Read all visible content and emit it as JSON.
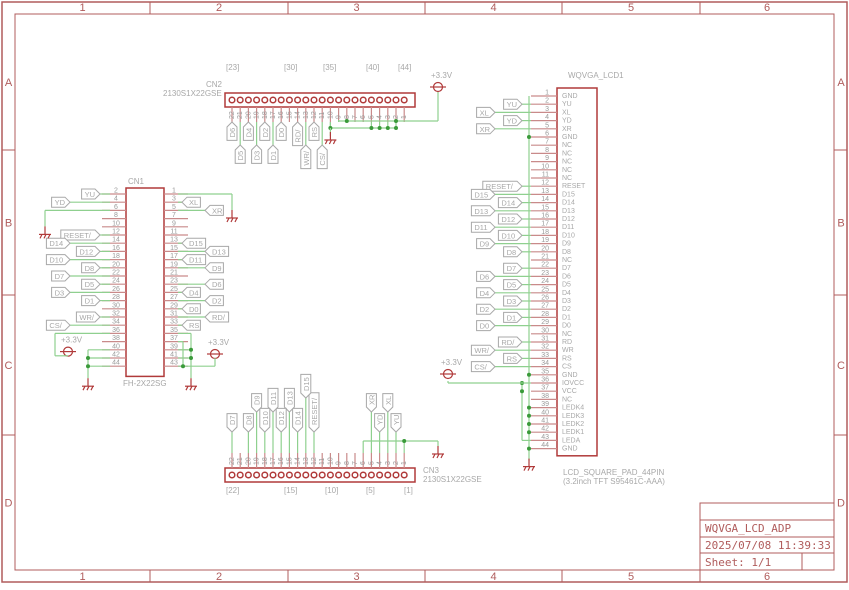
{
  "frame": {
    "columns": [
      "1",
      "2",
      "3",
      "4",
      "5",
      "6"
    ],
    "rows": [
      "A",
      "B",
      "C",
      "D"
    ]
  },
  "title_block": {
    "title": "WQVGA_LCD_ADP",
    "datetime": "2025/07/08 11:39:33",
    "sheet": "Sheet: 1/1"
  },
  "colors": {
    "frame": "#b05c5c",
    "part_body": "#b03a3a",
    "wire": "#8fd08f",
    "junction": "#3a9a3a",
    "text": "#a8a8a8"
  },
  "lcd": {
    "name": "WQVGA_LCD1",
    "value": "LCD_SQUARE_PAD_44PIN",
    "description": "(3.2inch TFT S95461C-AAA)",
    "pins": [
      "GND",
      "YU",
      "XL",
      "YD",
      "XR",
      "GND",
      "NC",
      "NC",
      "NC",
      "NC",
      "NC",
      "RESET",
      "D15",
      "D14",
      "D13",
      "D12",
      "D11",
      "D10",
      "D9",
      "D8",
      "NC",
      "D7",
      "D6",
      "D5",
      "D4",
      "D3",
      "D2",
      "D1",
      "D0",
      "NC",
      "RD",
      "WR",
      "RS",
      "CS",
      "GND",
      "IOVCC",
      "VCC",
      "NC",
      "LEDK4",
      "LEDK3",
      "LEDK2",
      "LEDK1",
      "LEDA",
      "GND"
    ],
    "net_labels": {
      "2": "YU",
      "3": "XL",
      "4": "YD",
      "5": "XR",
      "12": "RESET/",
      "13": "D15",
      "14": "D14",
      "15": "D13",
      "16": "D12",
      "17": "D11",
      "18": "D10",
      "19": "D9",
      "20": "D8",
      "22": "D7",
      "23": "D6",
      "24": "D5",
      "25": "D4",
      "26": "D3",
      "27": "D2",
      "28": "D1",
      "29": "D0",
      "31": "RD/",
      "32": "WR/",
      "33": "RS",
      "34": "CS/"
    },
    "supply": "+3.3V"
  },
  "cn1": {
    "name": "CN1",
    "value": "FH-2X22SG",
    "left_labels": {
      "2": "YU",
      "4": "YD",
      "12": "RESET/",
      "14": "D14",
      "16": "D12",
      "18": "D10",
      "20": "D8",
      "22": "D7",
      "24": "D5",
      "26": "D3",
      "28": "D1",
      "32": "WR/",
      "34": "CS/"
    },
    "right_labels": {
      "3": "XL",
      "5": "XR",
      "13": "D15",
      "15": "D13",
      "17": "D11",
      "19": "D9",
      "23": "D6",
      "25": "D4",
      "27": "D2",
      "29": "D0",
      "31": "RD/",
      "33": "RS"
    },
    "supply_left": "+3.3V",
    "supply_right": "+3.3V"
  },
  "cn2": {
    "name": "CN2",
    "value": "2130S1X22GSE",
    "brackets": [
      "[23]",
      "[30]",
      "[35]",
      "[40]",
      "[44]"
    ],
    "labels": {
      "22": "D6",
      "21": "D5",
      "20": "D4",
      "19": "D3",
      "18": "D2",
      "17": "D1",
      "16": "D0",
      "14": "RD/",
      "13": "WR/",
      "12": "RS",
      "11": "CS/"
    },
    "supply": "+3.3V"
  },
  "cn3": {
    "name": "CN3",
    "value": "2130S1X22GSE",
    "brackets": [
      "[22]",
      "[15]",
      "[10]",
      "[5]",
      "[1]"
    ],
    "labels": {
      "22": "D7",
      "20": "D8",
      "19": "D9",
      "18": "D10",
      "17": "D11",
      "16": "D12",
      "15": "D13",
      "14": "D14",
      "13": "D15",
      "12": "RESET/",
      "5": "XR",
      "4": "YD",
      "3": "XL",
      "2": "YU"
    }
  }
}
